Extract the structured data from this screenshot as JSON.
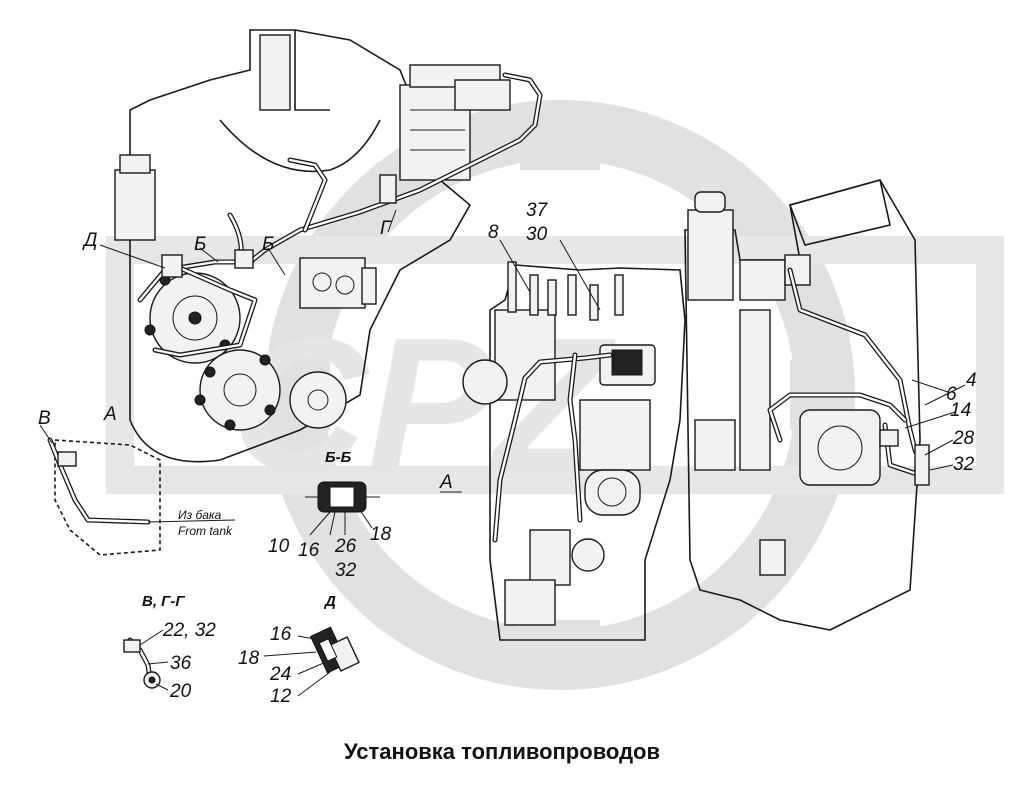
{
  "figure": {
    "title": "Установка топливопроводов",
    "callouts": [
      "37",
      "30",
      "8",
      "6",
      "4",
      "14",
      "28",
      "32"
    ],
    "left_labels": [
      "Д",
      "Б",
      "Б",
      "Г"
    ],
    "view_a": {
      "letter": "A",
      "section_letter": "В",
      "from_tank_ru": "Из бака",
      "from_tank_en": "From tank"
    },
    "view_a_right": "A",
    "section_bb": {
      "title": "Б-Б",
      "callouts": [
        "10",
        "16",
        "26",
        "18",
        "32"
      ]
    },
    "section_vg": {
      "title": "В, Г-Г",
      "callouts": [
        "22, 32",
        "36",
        "20"
      ]
    },
    "section_d": {
      "title": "Д",
      "callouts": [
        "16",
        "18",
        "24",
        "12"
      ]
    }
  },
  "colors": {
    "ink": "#1a1a1a",
    "watermark": "#d9d9d9",
    "background": "#ffffff"
  }
}
